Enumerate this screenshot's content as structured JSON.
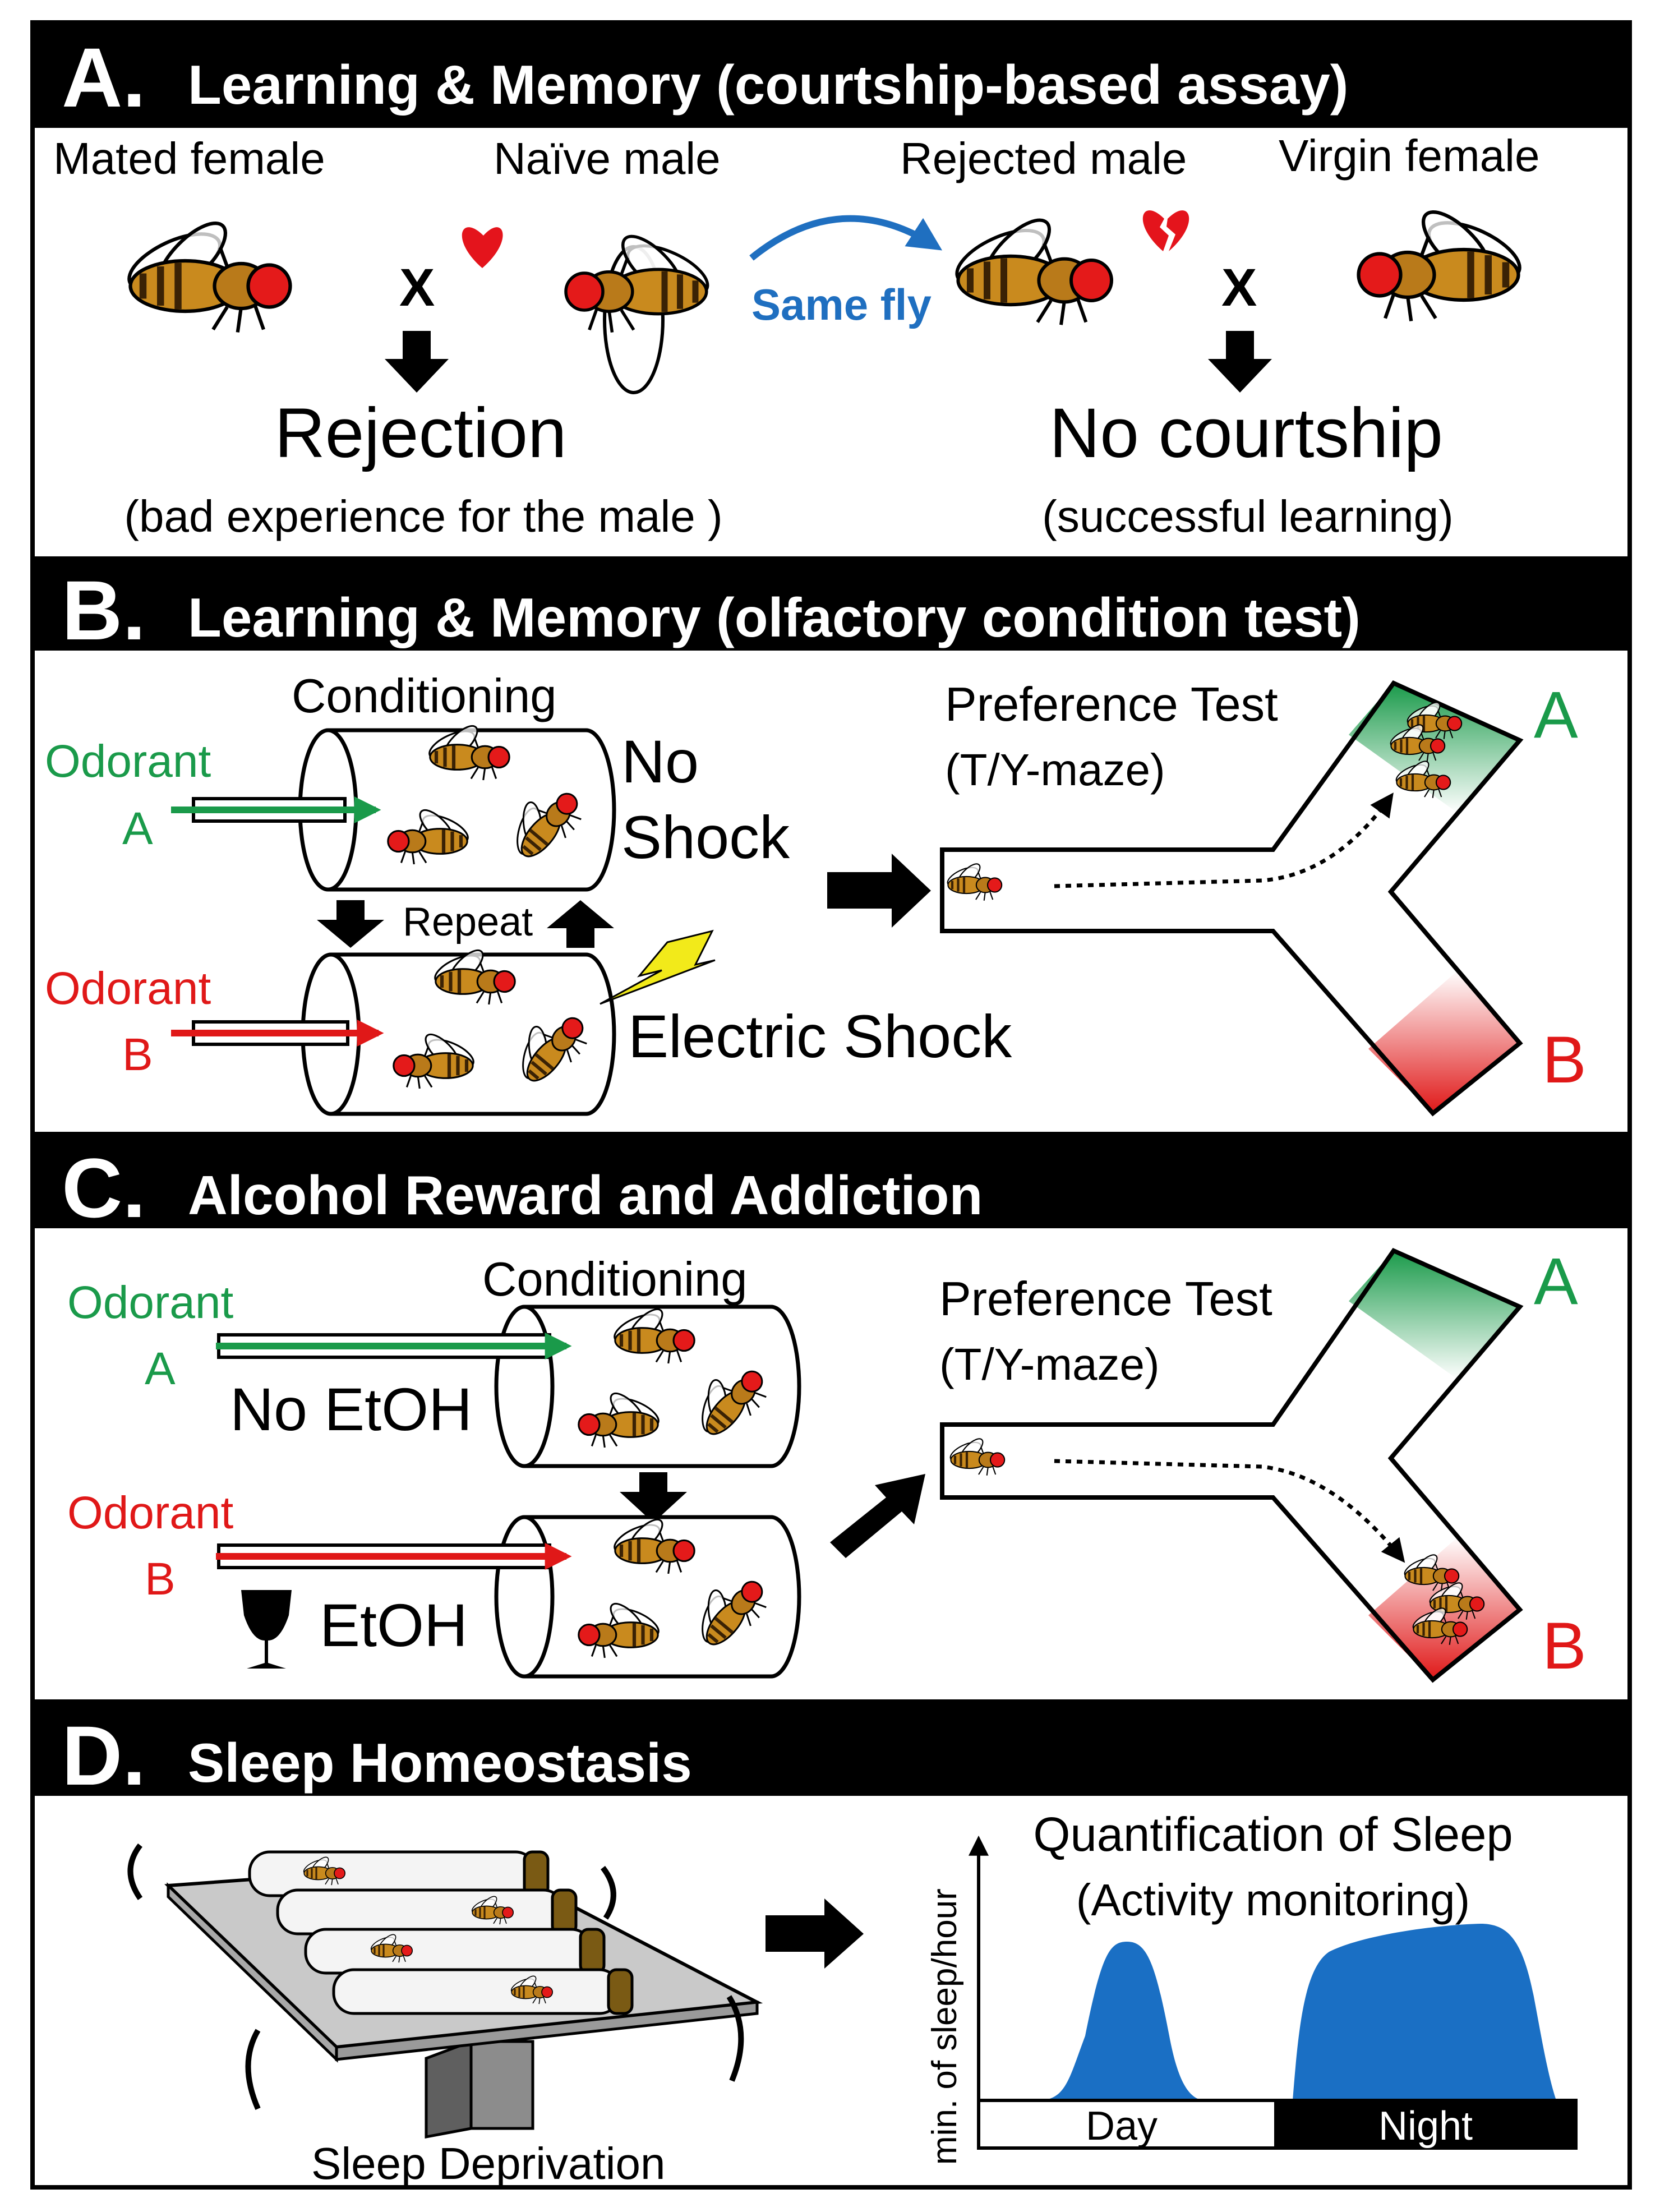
{
  "panels": {
    "a": {
      "letter": "A.",
      "title": "Learning & Memory (courtship-based assay)",
      "mated_female": "Mated  female",
      "naive_male": "Naïve male",
      "rejected_male": "Rejected male",
      "virgin_female": "Virgin female",
      "cross_left": "X",
      "cross_right": "X",
      "same_fly": "Same fly",
      "rejection": "Rejection",
      "rejection_note": "(bad experience for the male )",
      "no_courtship": "No courtship",
      "no_courtship_note": "(successful learning)"
    },
    "b": {
      "letter": "B.",
      "title": "Learning & Memory (olfactory condition test)",
      "conditioning": "Conditioning",
      "odorant_a_word": "Odorant",
      "odorant_a_letter": "A",
      "odorant_b_word": "Odorant",
      "odorant_b_letter": "B",
      "no_shock_1": "No",
      "no_shock_2": "Shock",
      "repeat": "Repeat",
      "electric_shock": "Electric Shock",
      "pref_title": "Preference Test",
      "pref_sub": "(T/Y-maze)",
      "maze_a": "A",
      "maze_b": "B"
    },
    "c": {
      "letter": "C.",
      "title": "Alcohol Reward and Addiction",
      "conditioning": "Conditioning",
      "odorant_a_word": "Odorant",
      "odorant_a_letter": "A",
      "odorant_b_word": "Odorant",
      "odorant_b_letter": "B",
      "no_etoh": "No EtOH",
      "etoh": "EtOH",
      "pref_title": "Preference Test",
      "pref_sub": "(T/Y-maze)",
      "maze_a": "A",
      "maze_b": "B"
    },
    "d": {
      "letter": "D.",
      "title": "Sleep Homeostasis",
      "sleep_deprivation": "Sleep Deprivation",
      "quant_title": "Quantification of Sleep",
      "quant_sub": "(Activity monitoring)",
      "y_label": "min. of sleep/hour",
      "day": "Day",
      "night": "Night"
    }
  },
  "colors": {
    "header_bg": "#000000",
    "odor_a": "#1a9a4a",
    "odor_b": "#e01818",
    "same_fly_blue": "#1f6fc0",
    "sleep_blue": "#1a6fc4",
    "bolt": "#f2ea1a",
    "heart": "#e4141c"
  }
}
